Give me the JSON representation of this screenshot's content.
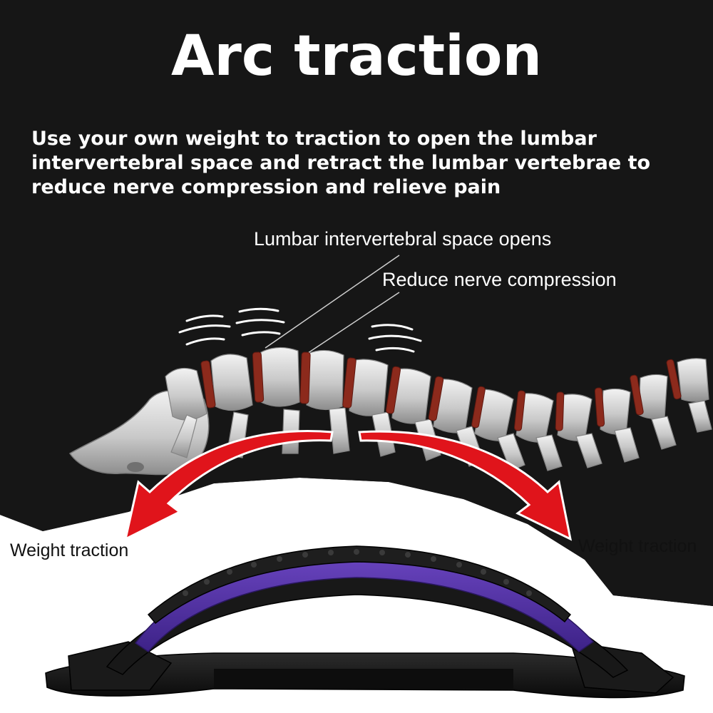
{
  "title": "Arc traction",
  "subtitle": "Use your own weight to traction to open the lumbar intervertebral space and retract the lumbar vertebrae to reduce nerve compression and relieve pain",
  "callouts": {
    "space_opens": "Lumbar intervertebral space opens",
    "nerve": "Reduce nerve compression",
    "weight_left": "Weight traction",
    "weight_right": "Weight traction"
  },
  "colors": {
    "background_dark": "#161616",
    "bone": "#d9d9d9",
    "disc": "#8c2a1c",
    "arrow": "#e0141b",
    "pad": "#5a35a8",
    "stretcher": "#1c1c1c"
  }
}
